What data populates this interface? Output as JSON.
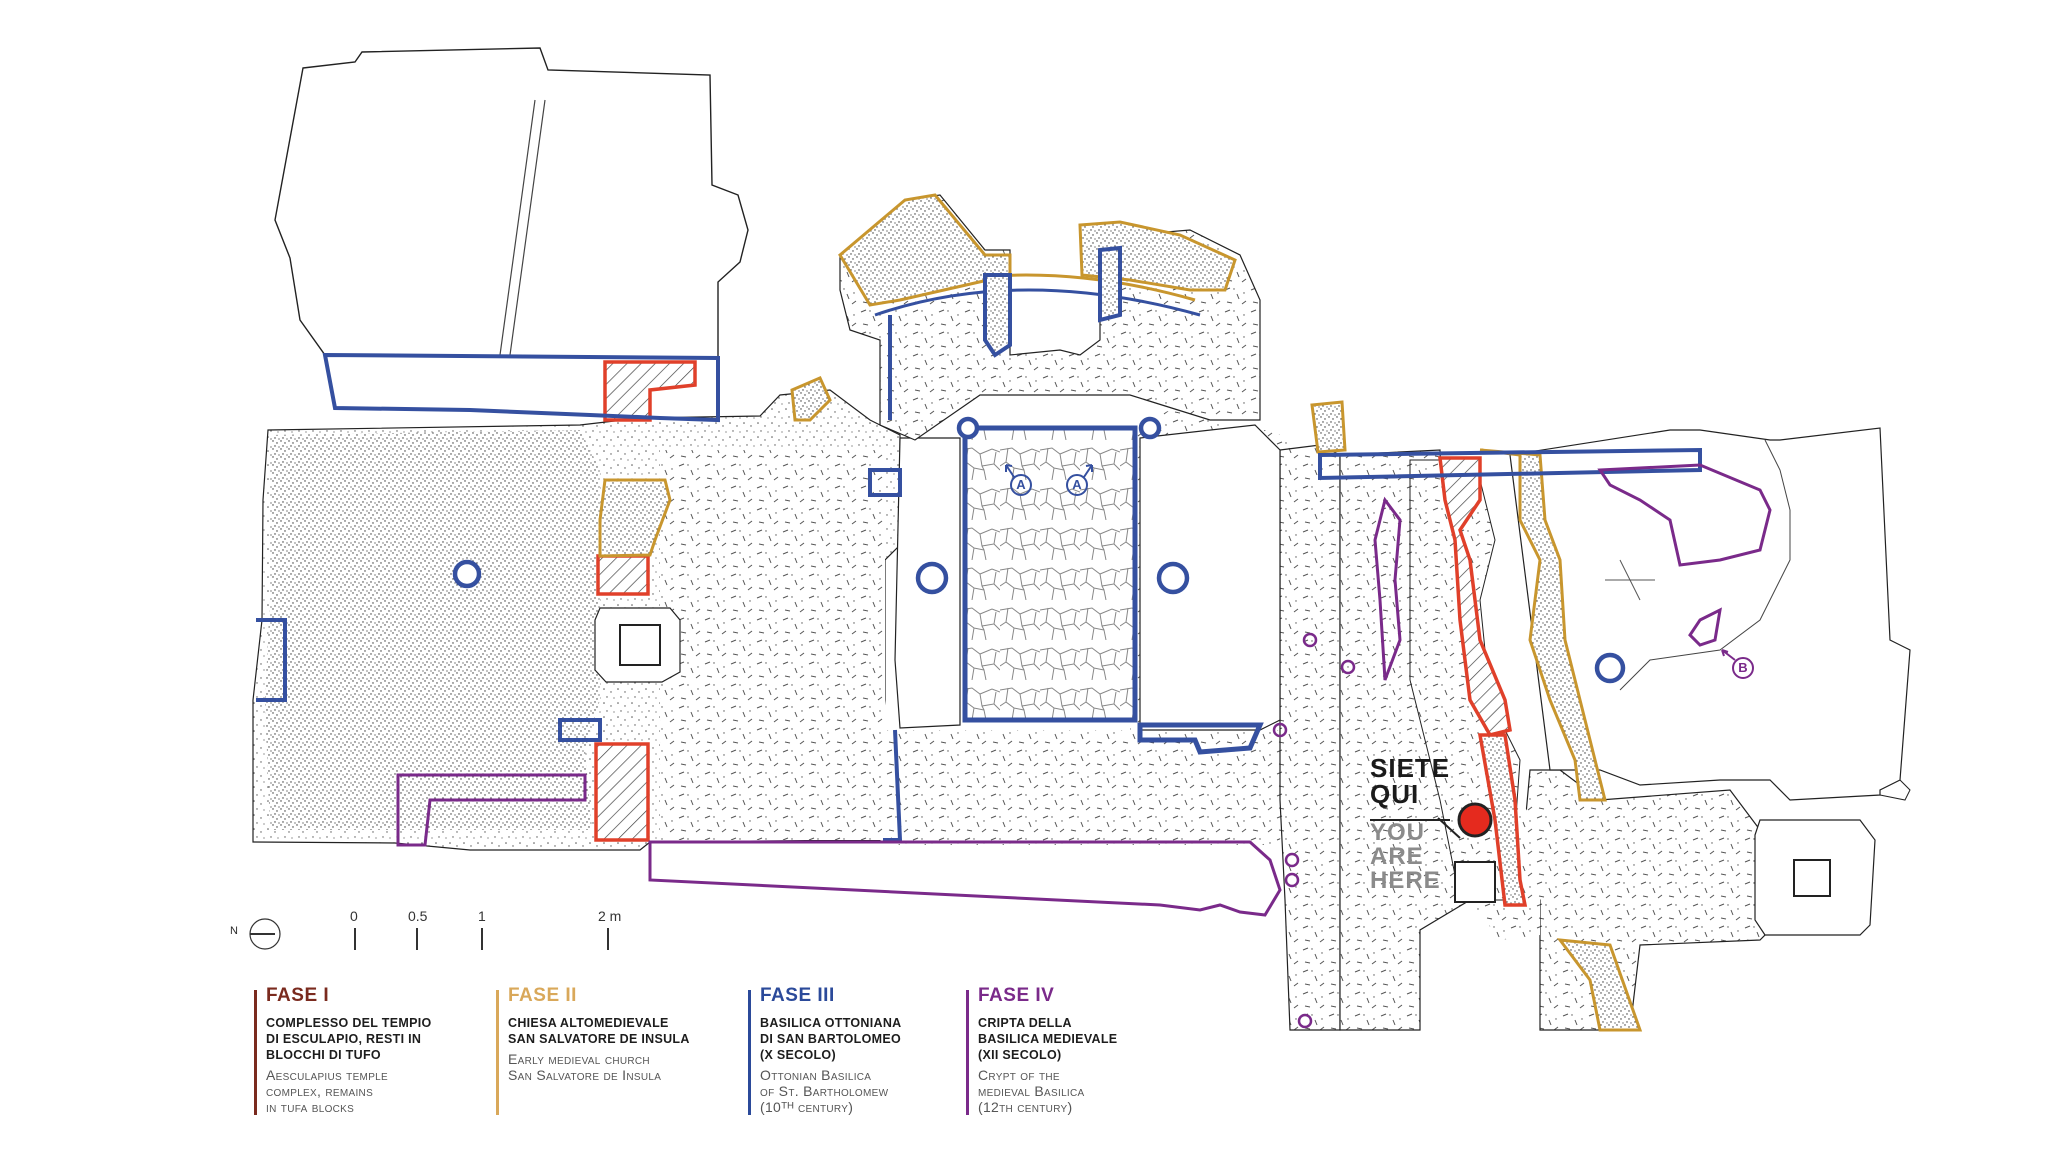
{
  "scale": {
    "north_label": "N",
    "ticks": [
      "0",
      "0.5",
      "1",
      "2 m"
    ]
  },
  "markers": {
    "a1": "A",
    "a2": "A",
    "b": "B"
  },
  "here": {
    "it_line1": "SIETE",
    "it_line2": "QUI",
    "en_line1": "YOU",
    "en_line2": "ARE",
    "en_line3": "HERE"
  },
  "legend": [
    {
      "title": "FASE I",
      "italian": [
        "COMPLESSO DEL TEMPIO",
        "DI ESCULAPIO, RESTI IN",
        "BLOCCHI DI TUFO"
      ],
      "english": [
        "Aesculapius temple",
        "complex, remains",
        "in tufa blocks"
      ],
      "color": "#7a2a1e"
    },
    {
      "title": "FASE II",
      "italian": [
        "CHIESA ALTOMEDIEVALE",
        "SAN SALVATORE DE INSULA"
      ],
      "english": [
        "Early medieval church",
        "San Salvatore de Insula"
      ],
      "color": "#d9a85a"
    },
    {
      "title": "FASE III",
      "italian": [
        "BASILICA OTTONIANA",
        "DI SAN BARTOLOMEO",
        "(X SECOLO)"
      ],
      "english": [
        "Ottonian Basilica",
        "of St. Bartholomew",
        "(10ᵀᴴ century)"
      ],
      "color": "#2b4a9a"
    },
    {
      "title": "FASE IV",
      "italian": [
        "CRIPTA DELLA",
        "BASILICA MEDIEVALE",
        "(XII SECOLO)"
      ],
      "english": [
        "Crypt of the",
        "medieval Basilica",
        "(12th century)"
      ],
      "color": "#7a2a8a"
    }
  ],
  "colors": {
    "phase1_outline": "#e0402a",
    "phase2_outline": "#c8962e",
    "phase3_outline": "#3550a0",
    "phase4_outline": "#7a2a8a",
    "you_are_here": "#e52a1e"
  }
}
